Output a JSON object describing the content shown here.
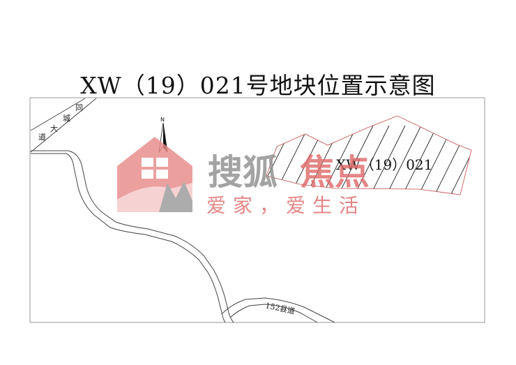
{
  "title": "XW（19）021号地块位置示意图",
  "map": {
    "parcel_label": "XW（19）021",
    "north_label": "N",
    "roads": {
      "datong_chars": [
        "同",
        "城",
        "大",
        "道"
      ],
      "county_road": "152县道"
    }
  },
  "watermark": {
    "brand_part1": "搜狐",
    "brand_part2": "焦点",
    "slogan": "爱家，爱生活",
    "colors": {
      "primary": "#e06b6b",
      "gray": "#8f8f8f"
    }
  }
}
